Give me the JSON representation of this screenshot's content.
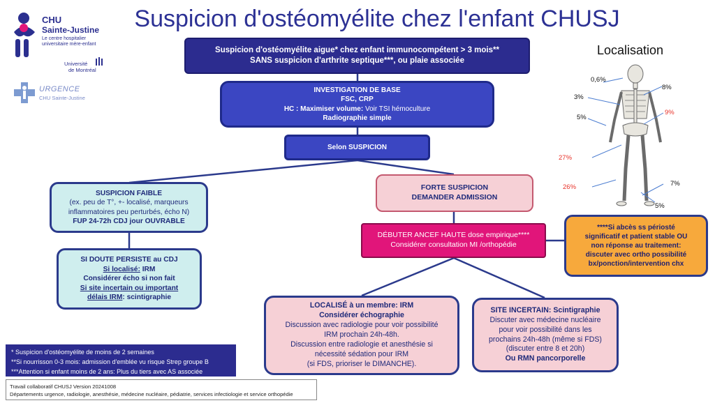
{
  "title": "Suspicion d'ostéomyélite chez l'enfant CHUSJ",
  "logos": {
    "chu_name": "CHU",
    "chu_name2": "Sainte-Justine",
    "chu_tagline1": "Le centre hospitalier",
    "chu_tagline2": "universitaire mère-enfant",
    "udem1": "Université",
    "udem2": "de Montréal",
    "urgence": "URGENCE",
    "urgence_sub": "CHU Sainte-Justine"
  },
  "top_box": {
    "line1": "Suspicion d'ostéomyélite aigue* chez enfant immunocompétent > 3 mois**",
    "line2": "SANS suspicion d'arthrite septique***, ou plaie associée"
  },
  "investigation": {
    "title": "INVESTIGATION DE BASE",
    "line1": "FSC, CRP",
    "line2a": "HC : Maximiser volume:",
    "line2b": " Voir TSI hémoculture",
    "line3": "Radiographie simple"
  },
  "selon": "Selon SUSPICION",
  "faible": {
    "title": "SUSPICION FAIBLE",
    "text": "(ex. peu de T°, +- localisé, marqueurs inflammatoires peu perturbés, écho N)",
    "fup": "FUP 24-72h CDJ jour OUVRABLE"
  },
  "doute": {
    "title": "SI DOUTE PERSISTE au CDJ",
    "l1a": "Si localisé:",
    "l1b": " IRM",
    "l2": "Considérer écho si non fait",
    "l3": "Si site incertain ou important",
    "l4a": "délais IRM",
    "l4b": ": scintigraphie"
  },
  "forte": {
    "line1": "FORTE SUSPICION",
    "line2": "DEMANDER ADMISSION"
  },
  "ancef": {
    "line1": "DÉBUTER ANCEF HAUTE dose empirique****",
    "line2": "Considérer consultation MI /orthopédie"
  },
  "abces": {
    "line1": "****Si abcès ss périosté",
    "line2": "significatif et patient stable OU",
    "line3": "non réponse au traitement:",
    "line4": "discuter avec ortho possibilité",
    "line5": "bx/ponction/intervention chx"
  },
  "localise": {
    "title": "LOCALISÉ à un membre: IRM",
    "l2": "Considérer échographie",
    "l3": "Discussion avec radiologie  pour voir possibilité",
    "l4": "IRM prochain 24h-48h.",
    "l5": "Discussion entre radiologie et anesthésie si",
    "l6": "nécessité sédation pour IRM",
    "l7": "(si FDS, prioriser le DIMANCHE)."
  },
  "incertain": {
    "title": "SITE INCERTAIN: Scintigraphie",
    "l2": "Discuter avec médecine nucléaire",
    "l3": "pour voir possibilité dans les",
    "l4": "prochains 24h-48h (même si FDS)",
    "l5": "(discuter entre 8 et 20h)",
    "l6": "Ou RMN pancorporelle"
  },
  "footnotes": {
    "f1": "* Suspicion d'ostéomyélite de moins de 2 semaines",
    "f2": "**Si nourrisson 0-3 mois: admission d'emblée vu risque Strep groupe B",
    "f3": "***Attention si enfant moins de 2 ans: Plus du tiers avec AS associée"
  },
  "credit": {
    "l1": "Travail collaboratif CHUSJ  Version 20241008",
    "l2": "Départements urgence, radiologie, anesthésie, médecine nucléaire, pédiatrie, services infectiologie et service orthopédie"
  },
  "localisation": {
    "title": "Localisation",
    "labels": [
      "0,6%",
      "3%",
      "5%",
      "27%",
      "26%",
      "8%",
      "9%",
      "7%",
      "5%"
    ]
  },
  "colors": {
    "navy": "#2c2c8f",
    "blue": "#3b46c2",
    "pink": "#f6d0d6",
    "magenta": "#e1157a",
    "orange": "#f7a93c",
    "red_pct": "#e8332a"
  }
}
